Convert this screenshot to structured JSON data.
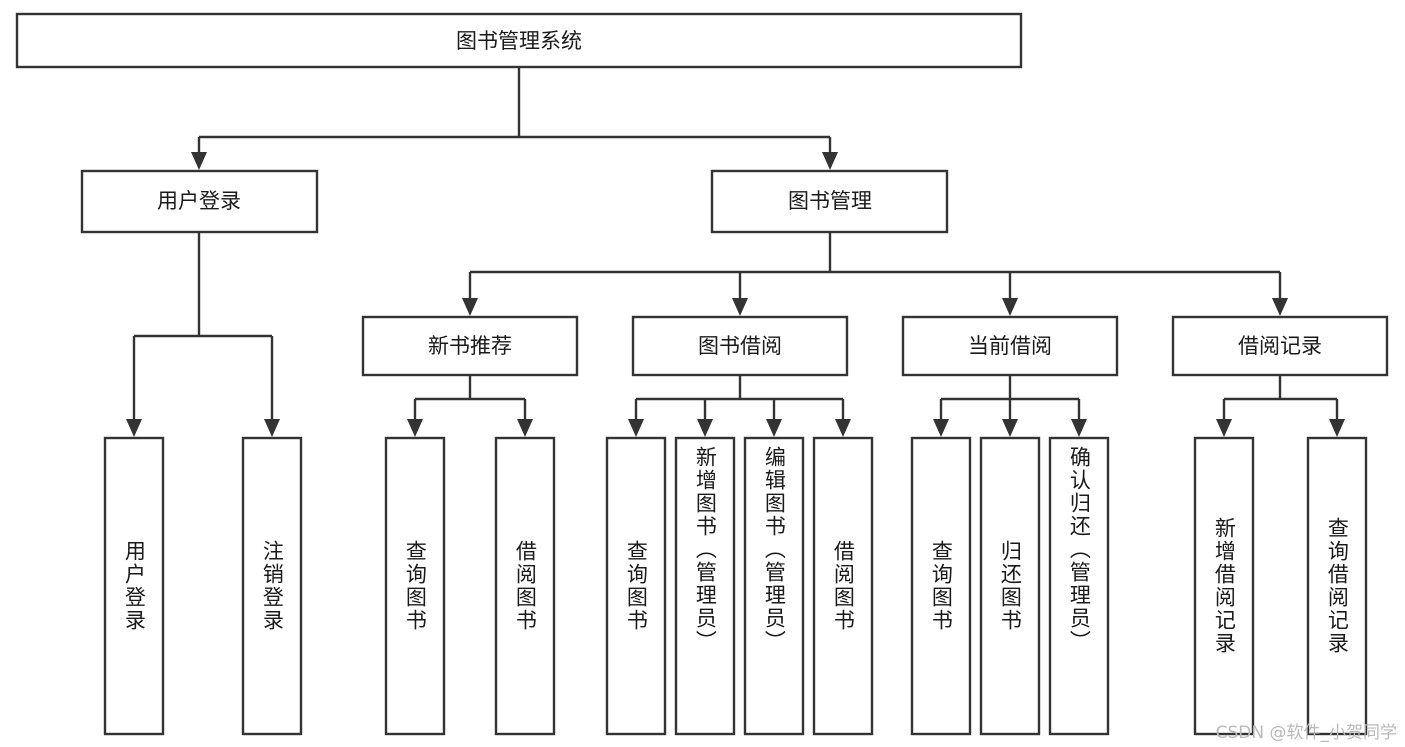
{
  "diagram": {
    "type": "tree-hierarchy-chart",
    "title": "图书管理系统",
    "orientation": "top-down",
    "colors": {
      "box_stroke": "#333333",
      "box_fill": "#ffffff",
      "line": "#333333",
      "text": "#1a1a1a",
      "watermark": "#b9b9b9",
      "background": "#ffffff"
    },
    "root": {
      "label": "图书管理系统"
    },
    "level2": [
      {
        "label": "用户登录"
      },
      {
        "label": "图书管理"
      }
    ],
    "level3": [
      {
        "label": "新书推荐"
      },
      {
        "label": "图书借阅"
      },
      {
        "label": "当前借阅"
      },
      {
        "label": "借阅记录"
      }
    ],
    "leaves": {
      "user_login": [
        {
          "label": "用户登录"
        },
        {
          "label": "注销登录"
        }
      ],
      "new_book_recommend": [
        {
          "label": "查询图书"
        },
        {
          "label": "借阅图书"
        }
      ],
      "book_borrow": [
        {
          "label": "查询图书"
        },
        {
          "label": "新增图书（管理员）"
        },
        {
          "label": "编辑图书（管理员）"
        },
        {
          "label": "借阅图书"
        }
      ],
      "current_borrow": [
        {
          "label": "查询图书"
        },
        {
          "label": "归还图书"
        },
        {
          "label": "确认归还（管理员）"
        }
      ],
      "borrow_record": [
        {
          "label": "新增借阅记录"
        },
        {
          "label": "查询借阅记录"
        }
      ]
    }
  },
  "watermark": {
    "text": "CSDN @软件_小贺同学"
  }
}
